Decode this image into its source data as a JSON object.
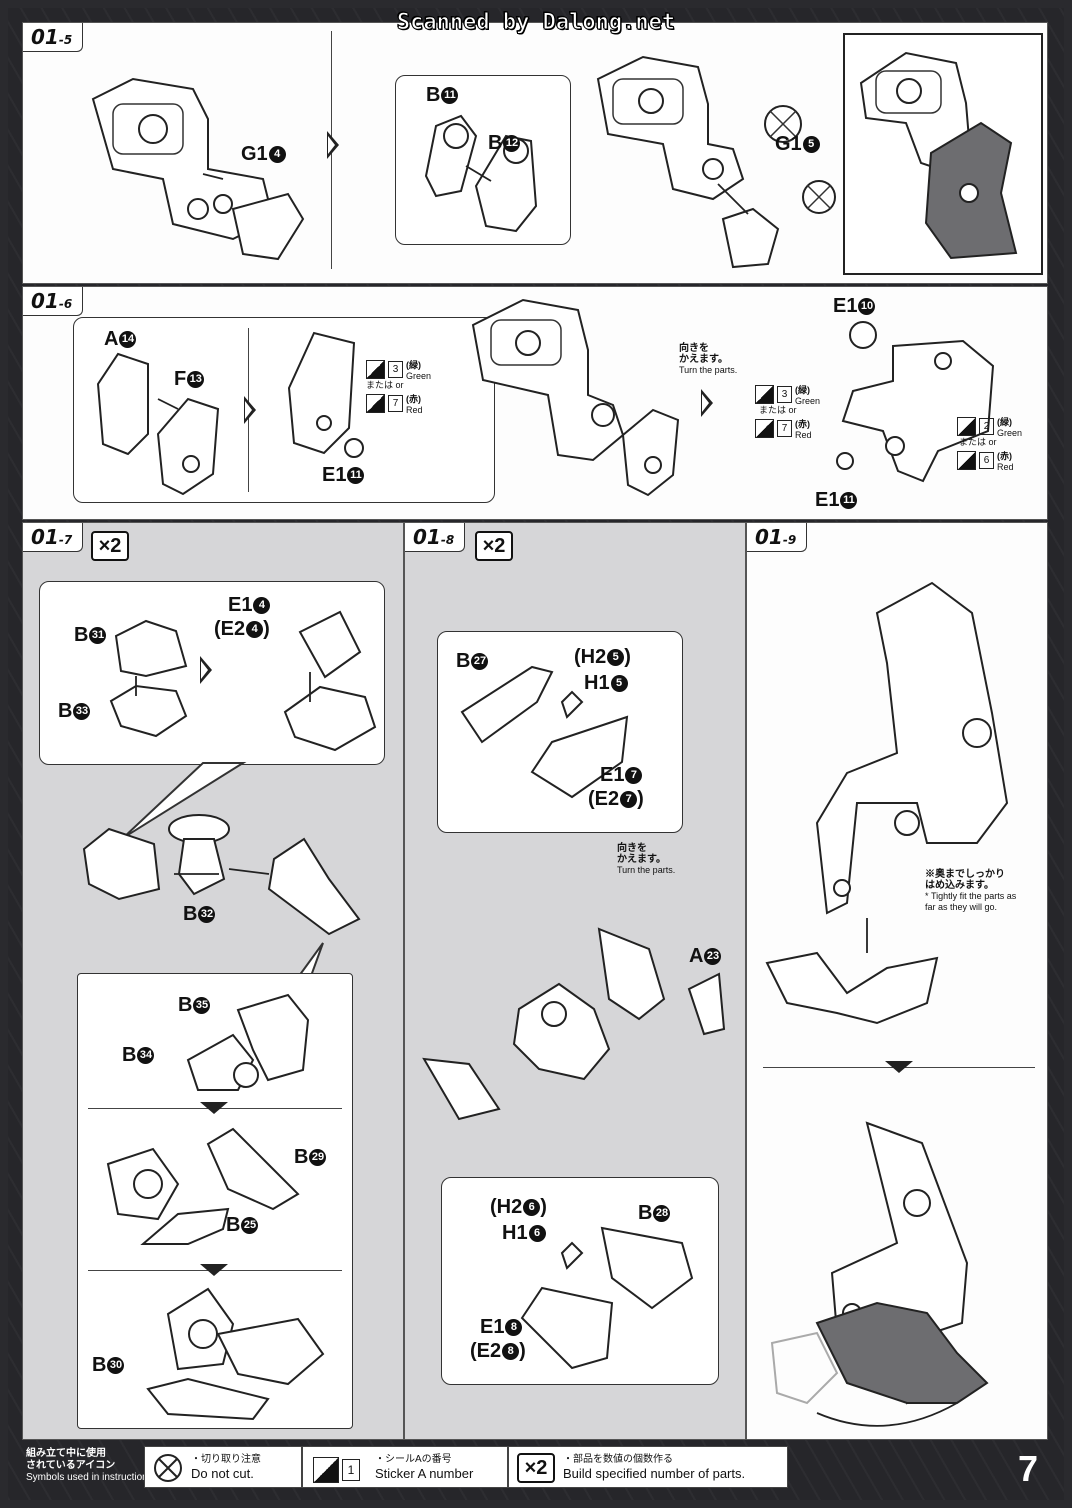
{
  "watermark": "Scanned by Dalong.net",
  "steps": {
    "s5": {
      "tag_main": "01",
      "tag_sub": "-5",
      "labels": {
        "g1_4": "G1",
        "g1_4n": "4",
        "b11": "B",
        "b11n": "11",
        "b12": "B",
        "b12n": "12",
        "g1_5": "G1",
        "g1_5n": "5"
      }
    },
    "s6": {
      "tag_main": "01",
      "tag_sub": "-6",
      "labels": {
        "a14": "A",
        "a14n": "14",
        "f13": "F",
        "f13n": "13",
        "e1_11a": "E1",
        "e1_11an": "11",
        "e1_10": "E1",
        "e1_10n": "10",
        "e1_11b": "E1",
        "e1_11bn": "11"
      },
      "turn_jp": "向きを\nかえます。",
      "turn_en": "Turn the parts.",
      "sticker_left": [
        {
          "num": "3",
          "jp": "(緑)",
          "en": "Green"
        },
        {
          "num": "7",
          "jp": "(赤)",
          "en": "Red"
        }
      ],
      "sticker_mid": [
        {
          "num": "3",
          "jp": "(緑)",
          "en": "Green"
        },
        {
          "num": "7",
          "jp": "(赤)",
          "en": "Red"
        }
      ],
      "sticker_right": [
        {
          "num": "2",
          "jp": "(緑)",
          "en": "Green"
        },
        {
          "num": "6",
          "jp": "(赤)",
          "en": "Red"
        }
      ],
      "or_text": "または or"
    },
    "s7": {
      "tag_main": "01",
      "tag_sub": "-7",
      "mult": "×2",
      "labels": {
        "b31": "B",
        "b31n": "31",
        "b33": "B",
        "b33n": "33",
        "e1_4": "E1",
        "e1_4n": "4",
        "e2_4": "(E2",
        "e2_4n": "4",
        "e2_4c": ")",
        "b32": "B",
        "b32n": "32",
        "b35": "B",
        "b35n": "35",
        "b34": "B",
        "b34n": "34",
        "b29": "B",
        "b29n": "29",
        "b25": "B",
        "b25n": "25",
        "b30": "B",
        "b30n": "30"
      }
    },
    "s8": {
      "tag_main": "01",
      "tag_sub": "-8",
      "mult": "×2",
      "labels": {
        "b27": "B",
        "b27n": "27",
        "h2_5": "(H2",
        "h2_5n": "5",
        "h2_5c": ")",
        "h1_5": "H1",
        "h1_5n": "5",
        "e1_7": "E1",
        "e1_7n": "7",
        "e2_7": "(E2",
        "e2_7n": "7",
        "e2_7c": ")",
        "a23": "A",
        "a23n": "23",
        "h2_6": "(H2",
        "h2_6n": "6",
        "h2_6c": ")",
        "h1_6": "H1",
        "h1_6n": "6",
        "b28": "B",
        "b28n": "28",
        "e1_8": "E1",
        "e1_8n": "8",
        "e2_8": "(E2",
        "e2_8n": "8",
        "e2_8c": ")"
      },
      "turn_jp": "向きを\nかえます。",
      "turn_en": "Turn the parts."
    },
    "s9": {
      "tag_main": "01",
      "tag_sub": "-9",
      "note_jp": "※奥までしっかり\nはめ込みます。",
      "note_en": "* Tightly fit the parts as\nfar as they will go."
    }
  },
  "footer": {
    "legend_title_jp": "組み立て中に使用\nされているアイコン",
    "legend_title_en": "Symbols used in instructions",
    "items": [
      {
        "jp": "・切り取り注意",
        "en": "Do not cut."
      },
      {
        "num": "1",
        "jp": "・シールAの番号",
        "en": "Sticker A number"
      },
      {
        "mult": "×2",
        "jp": "・部品を数値の個数作る",
        "en": "Build specified number of parts."
      }
    ]
  },
  "page_number": "7"
}
